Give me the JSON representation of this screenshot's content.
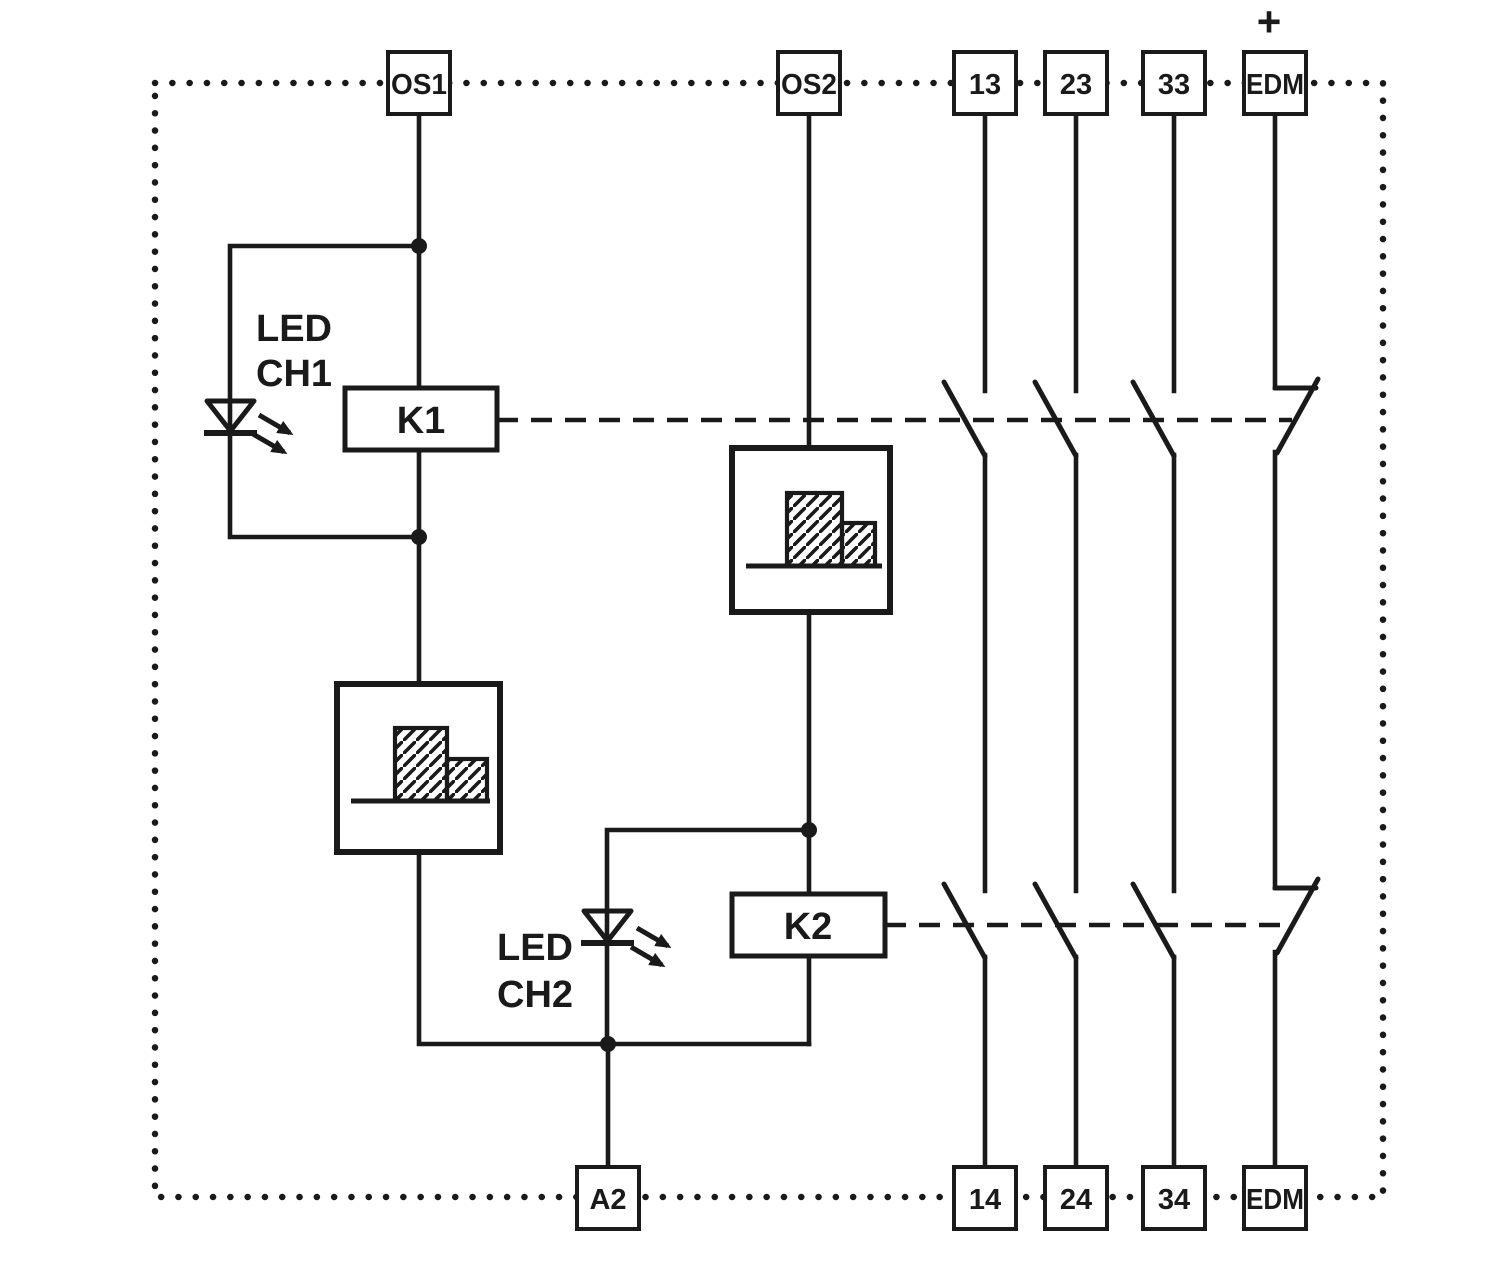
{
  "diagram": {
    "kind": "safety-relay-internal-wiring-diagram",
    "colors": {
      "line": "#1a1a1a",
      "background": "#ffffff"
    },
    "polarity_mark": "+",
    "top_terminals": [
      {
        "label": "OS1"
      },
      {
        "label": "OS2"
      },
      {
        "label": "13"
      },
      {
        "label": "23"
      },
      {
        "label": "33"
      },
      {
        "label": "EDM"
      }
    ],
    "bottom_terminals": [
      {
        "label": "A2"
      },
      {
        "label": "14"
      },
      {
        "label": "24"
      },
      {
        "label": "34"
      },
      {
        "label": "EDM"
      }
    ],
    "relays": [
      {
        "label": "K1"
      },
      {
        "label": "K2"
      }
    ],
    "led_labels": [
      {
        "line1": "LED",
        "line2": "CH1"
      },
      {
        "line1": "LED",
        "line2": "CH2"
      }
    ]
  }
}
